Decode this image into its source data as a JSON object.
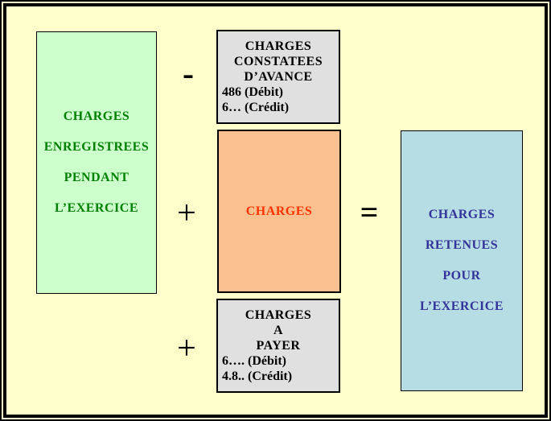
{
  "diagram": {
    "left_box": {
      "lines": [
        "CHARGES",
        "ENREGISTREES",
        "PENDANT",
        "L’EXERCICE"
      ]
    },
    "top_box": {
      "title_lines": [
        "CHARGES",
        "CONSTATEES",
        "D’AVANCE"
      ],
      "detail_lines": [
        "486 (Débit)",
        "6… (Crédit)"
      ]
    },
    "center_box": {
      "label": "CHARGES"
    },
    "bottom_box": {
      "title_lines": [
        "CHARGES",
        "A",
        "PAYER"
      ],
      "detail_lines": [
        "6…. (Débit)",
        "4.8.. (Crédit)"
      ]
    },
    "right_box": {
      "lines": [
        "CHARGES",
        "RETENUES",
        "POUR",
        "L’EXERCICE"
      ]
    },
    "operators": {
      "minus": "-",
      "plus_top": "+",
      "equals": "=",
      "plus_bottom": "+"
    },
    "colors": {
      "page_bg": "#ffffcc",
      "frame_border": "#000000",
      "left_box_bg": "#ccffcc",
      "left_box_text": "#008000",
      "gray_box_bg": "#e0e0e0",
      "gray_box_text": "#000000",
      "center_box_bg": "#fac090",
      "center_box_text": "#ff3300",
      "right_box_bg": "#b7dde4",
      "right_box_text": "#333399"
    }
  }
}
